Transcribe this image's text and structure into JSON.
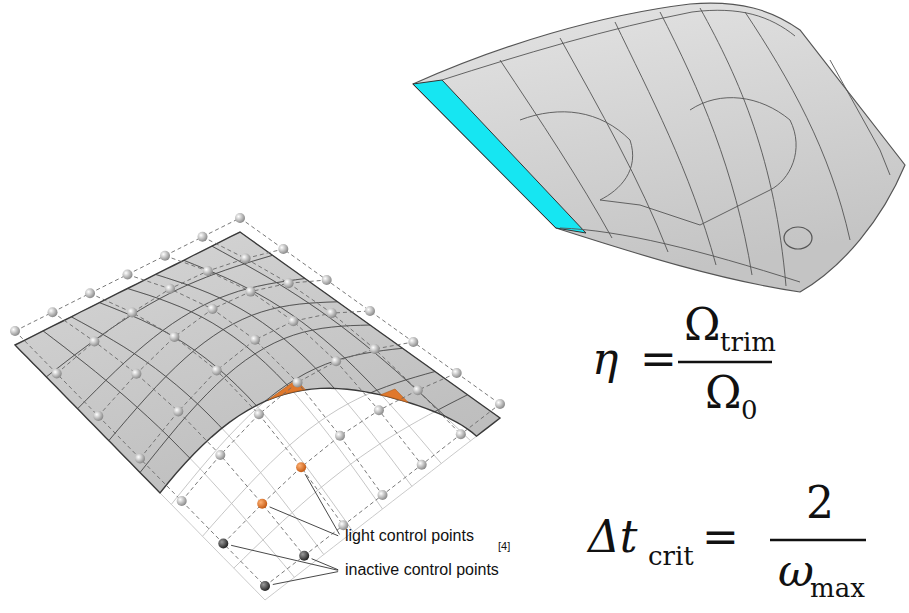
{
  "diagram": {
    "labels": [
      "light control points",
      "inactive control points",
      "[4]",
      "η",
      "=",
      "Ω",
      "trim",
      "Ω",
      "0",
      "Δt",
      "crit",
      "=",
      "2",
      "ω",
      "max"
    ]
  }
}
